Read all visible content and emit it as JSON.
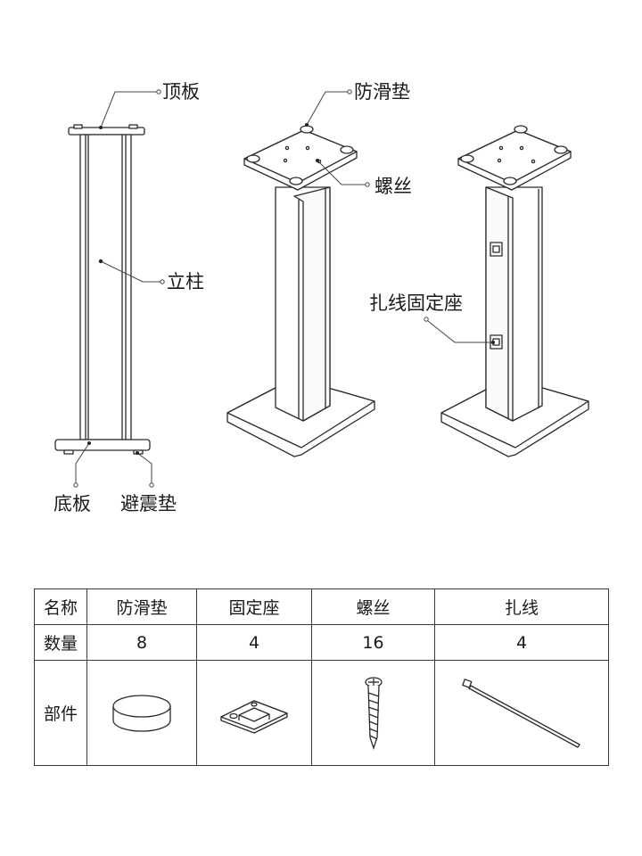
{
  "labels": {
    "top_plate": "顶板",
    "column": "立柱",
    "bottom_plate": "底板",
    "shock_pad": "避震垫",
    "anti_slip_pad": "防滑垫",
    "screw": "螺丝",
    "cable_mount": "扎线固定座"
  },
  "table": {
    "headers": [
      "名称",
      "防滑垫",
      "固定座",
      "螺丝",
      "扎线"
    ],
    "quantity_label": "数量",
    "quantities": [
      "8",
      "4",
      "16",
      "4"
    ],
    "parts_label": "部件",
    "part_icons": [
      "anti-slip-pad-icon",
      "mount-base-icon",
      "screw-icon",
      "cable-tie-icon"
    ]
  }
}
